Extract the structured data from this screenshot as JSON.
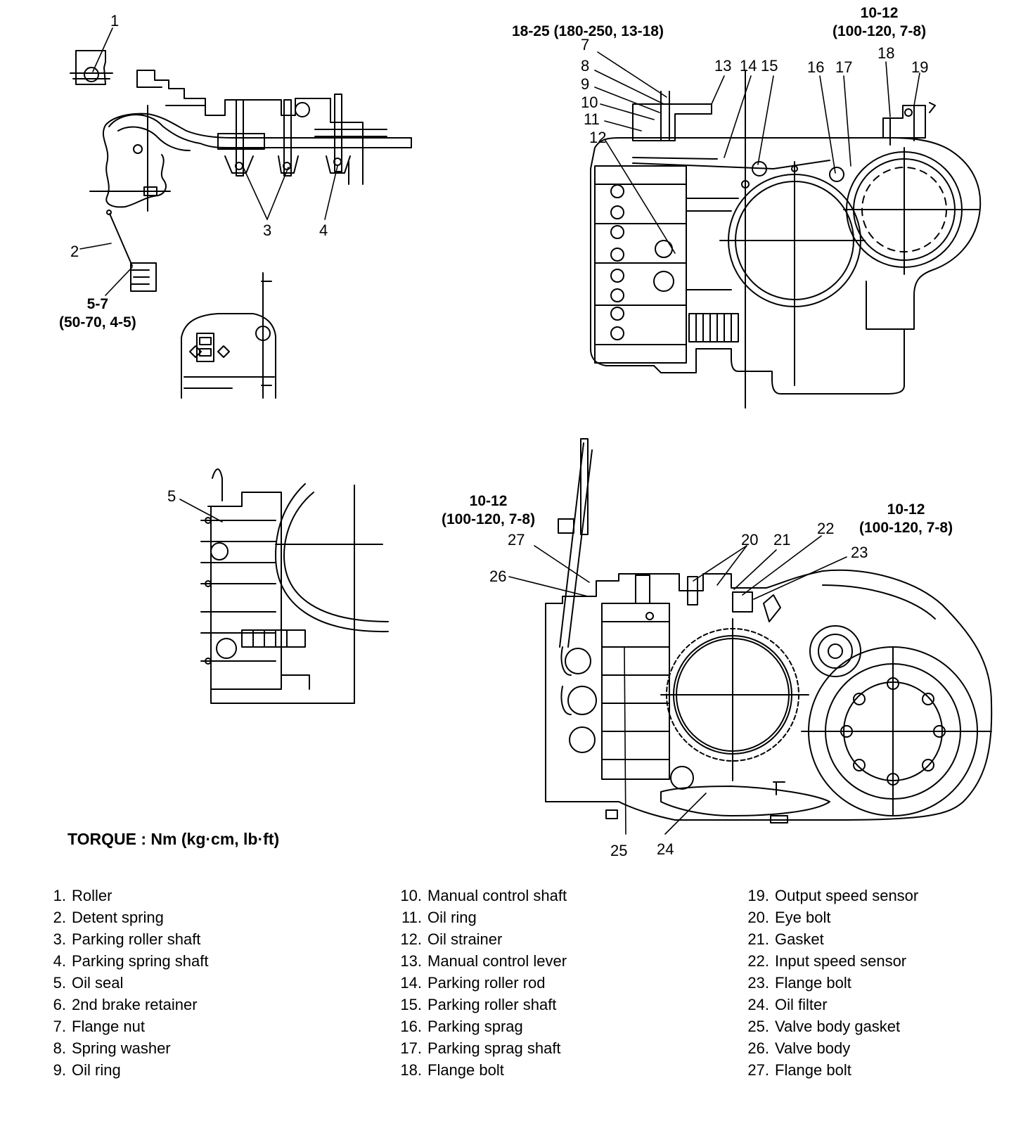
{
  "torque_specs": {
    "top_left": [
      "5-7",
      "(50-70, 4-5)"
    ],
    "top_mid": [
      "18-25 (180-250, 13-18)"
    ],
    "top_right": [
      "10-12",
      "(100-120, 7-8)"
    ],
    "bottom_left": [
      "10-12",
      "(100-120, 7-8)"
    ],
    "bottom_right": [
      "10-12",
      "(100-120, 7-8)"
    ]
  },
  "callouts": {
    "c1": "1",
    "c2": "2",
    "c3": "3",
    "c4": "4",
    "c5": "5",
    "c7": "7",
    "c8": "8",
    "c9": "9",
    "c10": "10",
    "c11": "11",
    "c12": "12",
    "c13": "13",
    "c14": "14",
    "c15": "15",
    "c16": "16",
    "c17": "17",
    "c18": "18",
    "c19": "19",
    "c20": "20",
    "c21": "21",
    "c22": "22",
    "c23": "23",
    "c24": "24",
    "c25": "25",
    "c26": "26",
    "c27": "27"
  },
  "torque_title": "TORQUE : Nm (kg·cm, lb·ft)",
  "legend": {
    "col1": [
      {
        "num": "1.",
        "text": "Roller"
      },
      {
        "num": "2.",
        "text": "Detent spring"
      },
      {
        "num": "3.",
        "text": "Parking roller shaft"
      },
      {
        "num": "4.",
        "text": "Parking spring shaft"
      },
      {
        "num": "5.",
        "text": "Oil seal"
      },
      {
        "num": "6.",
        "text": "2nd brake retainer"
      },
      {
        "num": "7.",
        "text": "Flange nut"
      },
      {
        "num": "8.",
        "text": "Spring washer"
      },
      {
        "num": "9.",
        "text": "Oil ring"
      }
    ],
    "col2": [
      {
        "num": "10.",
        "text": "Manual control shaft"
      },
      {
        "num": "11.",
        "text": "Oil ring"
      },
      {
        "num": "12.",
        "text": "Oil strainer"
      },
      {
        "num": "13.",
        "text": "Manual control lever"
      },
      {
        "num": "14.",
        "text": "Parking roller rod"
      },
      {
        "num": "15.",
        "text": "Parking roller shaft"
      },
      {
        "num": "16.",
        "text": "Parking sprag"
      },
      {
        "num": "17.",
        "text": "Parking sprag shaft"
      },
      {
        "num": "18.",
        "text": "Flange bolt"
      }
    ],
    "col3": [
      {
        "num": "19.",
        "text": "Output speed sensor"
      },
      {
        "num": "20.",
        "text": "Eye bolt"
      },
      {
        "num": "21.",
        "text": "Gasket"
      },
      {
        "num": "22.",
        "text": "Input speed sensor"
      },
      {
        "num": "23.",
        "text": "Flange bolt"
      },
      {
        "num": "24.",
        "text": "Oil filter"
      },
      {
        "num": "25.",
        "text": "Valve body gasket"
      },
      {
        "num": "26.",
        "text": "Valve body"
      },
      {
        "num": "27.",
        "text": "Flange bolt"
      }
    ]
  }
}
